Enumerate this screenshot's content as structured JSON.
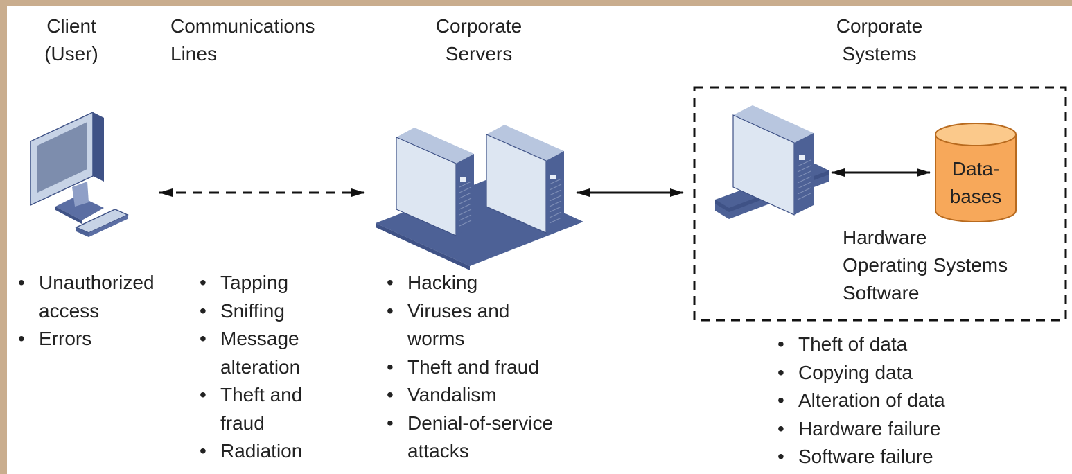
{
  "columns": {
    "client": {
      "title_line1": "Client",
      "title_line2": "(User)"
    },
    "communications": {
      "title_line1": "Communications",
      "title_line2": "Lines"
    },
    "servers": {
      "title_line1": "Corporate",
      "title_line2": "Servers"
    },
    "systems": {
      "title_line1": "Corporate",
      "title_line2": "Systems"
    }
  },
  "client_threats": [
    {
      "line1": "Unauthorized",
      "line2": "access"
    },
    {
      "line1": "Errors",
      "line2": ""
    }
  ],
  "communication_threats": [
    {
      "line1": "Tapping",
      "line2": ""
    },
    {
      "line1": "Sniffing",
      "line2": ""
    },
    {
      "line1": "Message",
      "line2": "alteration"
    },
    {
      "line1": "Theft and",
      "line2": "fraud"
    },
    {
      "line1": "Radiation",
      "line2": ""
    }
  ],
  "server_threats": [
    {
      "line1": "Hacking",
      "line2": ""
    },
    {
      "line1": "Viruses and",
      "line2": "worms"
    },
    {
      "line1": "Theft and fraud",
      "line2": ""
    },
    {
      "line1": "Vandalism",
      "line2": ""
    },
    {
      "line1": "Denial-of-service",
      "line2": "attacks"
    }
  ],
  "system_threats": [
    "Theft of data",
    "Copying data",
    "Alteration of data",
    "Hardware failure",
    "Software failure"
  ],
  "database": {
    "line1": "Data-",
    "line2": "bases",
    "color": "#f7a85a"
  },
  "system_components": [
    "Hardware",
    "Operating Systems",
    "Software"
  ],
  "colors": {
    "frame": "#c9ad8e",
    "server_face": "#dde6f2",
    "server_side": "#4d6196",
    "server_base": "#5b6ea3"
  },
  "icons": [
    "desktop-computer-icon",
    "server-tower-icon",
    "database-cylinder-icon"
  ]
}
